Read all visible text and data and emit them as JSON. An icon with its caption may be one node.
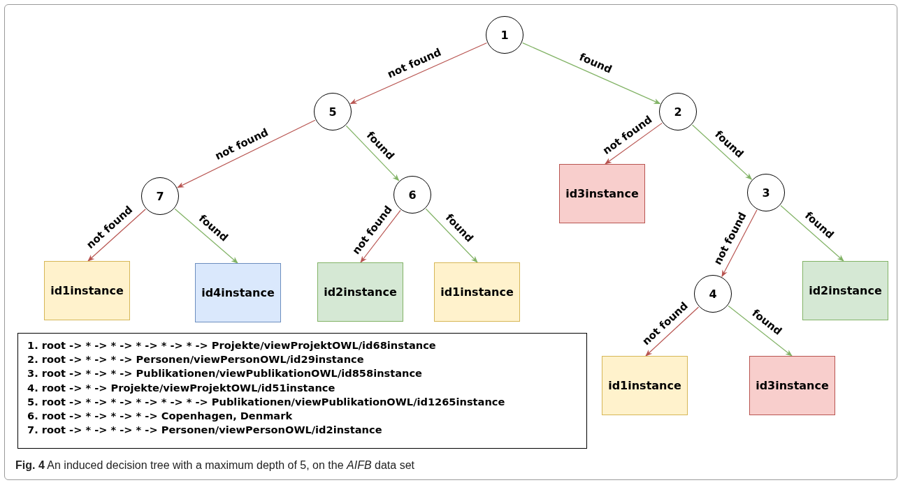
{
  "diagram": {
    "caption": "**Fig. 4** An induced decision tree with a maximum depth of 5, on the *AIFB* data set",
    "nodes": [
      {
        "text": [
          "1"
        ]
      },
      {
        "text": [
          "5"
        ]
      },
      {
        "text": [
          "2"
        ]
      },
      {
        "text": [
          "id3instance"
        ]
      },
      {
        "text": [
          "7"
        ]
      },
      {
        "text": [
          "6"
        ]
      },
      {
        "text": [
          "3"
        ]
      },
      {
        "text": [
          "id1instance"
        ]
      },
      {
        "text": [
          "id4instance"
        ]
      },
      {
        "text": [
          "id2instance"
        ]
      },
      {
        "text": [
          "id1instance"
        ]
      },
      {
        "text": [
          "id2instance"
        ]
      },
      {
        "text": [
          "4"
        ]
      },
      {
        "text": [
          "id1instance"
        ]
      },
      {
        "text": [
          "id3instance"
        ]
      },
      {
        "text": [
          "1. root -> * -> * -> * -> * -> * -> Projekte/viewProjektOWL/id68instance",
          "2. root -> * -> * -> Personen/viewPersonOWL/id29instance",
          "3. root -> * -> * -> Publikationen/viewPublikationOWL/id858instance",
          "4. root -> * -> Projekte/viewProjektOWL/id51instance",
          "5. root -> * -> * -> * -> * -> * -> Publikationen/viewPublikationOWL/id1265instance",
          "6. root -> * -> * -> * -> Copenhagen, Denmark",
          "7. root -> * -> * -> * -> Personen/viewPersonOWL/id2instance"
        ]
      }
    ],
    "edges": [
      {
        "from": 0,
        "to": 1,
        "arrow": "to",
        "label": "not found",
        "color": "#b85450"
      },
      {
        "from": 0,
        "to": 2,
        "arrow": "to",
        "label": "found",
        "color": "#82b366"
      },
      {
        "from": 1,
        "to": 4,
        "arrow": "to",
        "label": "not found",
        "color": "#b85450"
      },
      {
        "from": 1,
        "to": 5,
        "arrow": "to",
        "label": "found",
        "color": "#82b366"
      },
      {
        "from": 2,
        "to": 3,
        "arrow": "to",
        "label": "not found",
        "color": "#b85450"
      },
      {
        "from": 2,
        "to": 6,
        "arrow": "to",
        "label": "found",
        "color": "#82b366"
      },
      {
        "from": 4,
        "to": 7,
        "arrow": "to",
        "label": "not found",
        "color": "#b85450"
      },
      {
        "from": 4,
        "to": 8,
        "arrow": "to",
        "label": "found",
        "color": "#82b366"
      },
      {
        "from": 5,
        "to": 9,
        "arrow": "to",
        "label": "not found",
        "color": "#b85450"
      },
      {
        "from": 5,
        "to": 10,
        "arrow": "to",
        "label": "found",
        "color": "#82b366"
      },
      {
        "from": 6,
        "to": 12,
        "arrow": "to",
        "label": "not found",
        "color": "#b85450"
      },
      {
        "from": 6,
        "to": 11,
        "arrow": "to",
        "label": "found",
        "color": "#82b366"
      },
      {
        "from": 12,
        "to": 13,
        "arrow": "to",
        "label": "not found",
        "color": "#b85450"
      },
      {
        "from": 12,
        "to": 14,
        "arrow": "to",
        "label": "found",
        "color": "#82b366"
      }
    ]
  }
}
